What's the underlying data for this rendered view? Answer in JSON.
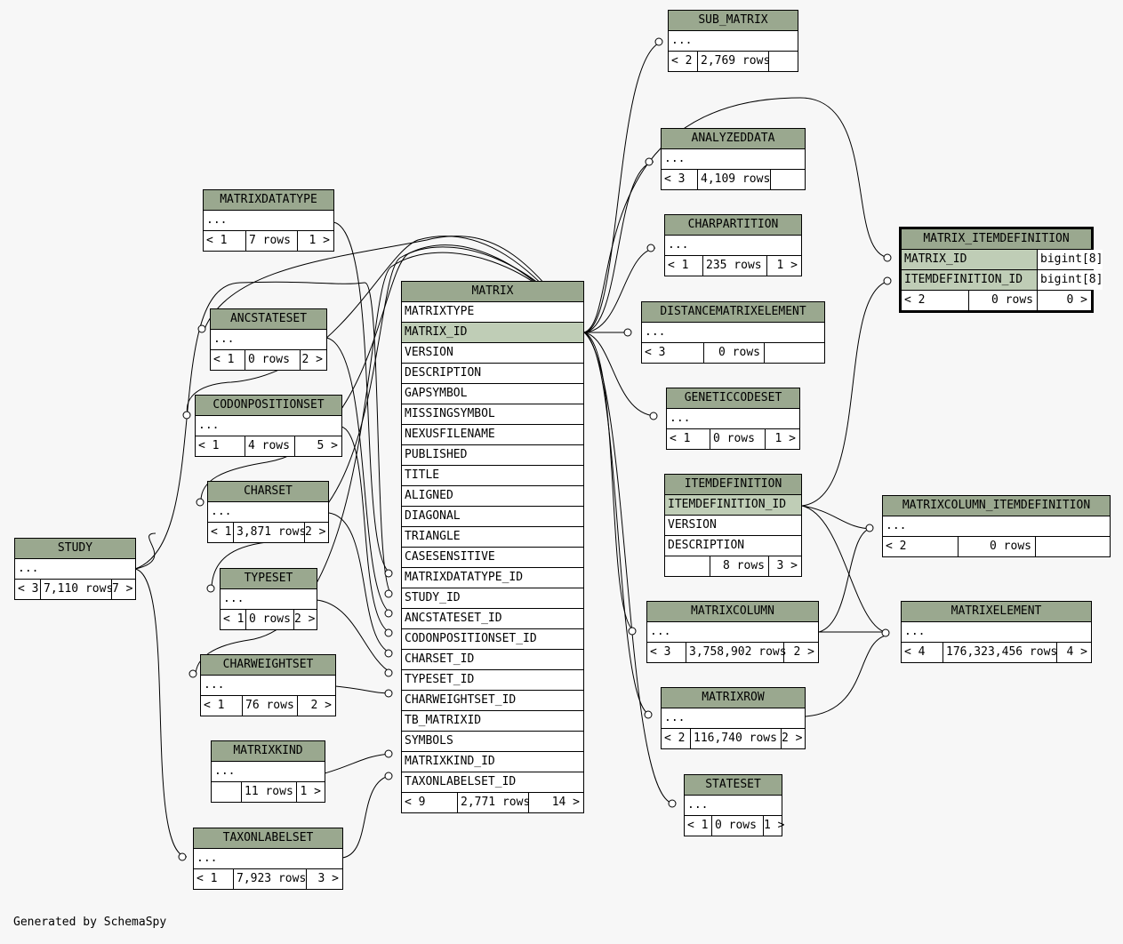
{
  "generated_by": "Generated by SchemaSpy",
  "tables": [
    {
      "id": "matrix",
      "name": "MATRIX",
      "rows": [
        "MATRIXTYPE",
        "MATRIX_ID",
        "VERSION",
        "DESCRIPTION",
        "GAPSYMBOL",
        "MISSINGSYMBOL",
        "NEXUSFILENAME",
        "PUBLISHED",
        "TITLE",
        "ALIGNED",
        "DIAGONAL",
        "TRIANGLE",
        "CASESENSITIVE",
        "MATRIXDATATYPE_ID",
        "STUDY_ID",
        "ANCSTATESET_ID",
        "CODONPOSITIONSET_ID",
        "CHARSET_ID",
        "TYPESET_ID",
        "CHARWEIGHTSET_ID",
        "TB_MATRIXID",
        "SYMBOLS",
        "MATRIXKIND_ID",
        "TAXONLABELSET_ID"
      ],
      "key_row": 1,
      "footer": [
        "< 9",
        "2,771 rows",
        "14 >"
      ]
    },
    {
      "id": "sub_matrix",
      "name": "SUB_MATRIX",
      "rows": [
        "..."
      ],
      "footer": [
        "< 2",
        "2,769 rows",
        ""
      ]
    },
    {
      "id": "analyzeddata",
      "name": "ANALYZEDDATA",
      "rows": [
        "..."
      ],
      "footer": [
        "< 3",
        "4,109 rows",
        ""
      ]
    },
    {
      "id": "charpartition",
      "name": "CHARPARTITION",
      "rows": [
        "..."
      ],
      "footer": [
        "< 1",
        "235 rows",
        "1 >"
      ]
    },
    {
      "id": "distancematrixelement",
      "name": "DISTANCEMATRIXELEMENT",
      "rows": [
        "..."
      ],
      "footer": [
        "< 3",
        "0 rows",
        ""
      ]
    },
    {
      "id": "geneticcodeset",
      "name": "GENETICCODESET",
      "rows": [
        "..."
      ],
      "footer": [
        "< 1",
        "0 rows",
        "1 >"
      ]
    },
    {
      "id": "itemdefinition",
      "name": "ITEMDEFINITION",
      "rows": [
        "ITEMDEFINITION_ID",
        "VERSION",
        "DESCRIPTION"
      ],
      "key_row": 0,
      "footer": [
        "",
        "8 rows",
        "3 >"
      ]
    },
    {
      "id": "matrixcolumn",
      "name": "MATRIXCOLUMN",
      "rows": [
        "..."
      ],
      "footer": [
        "< 3",
        "3,758,902 rows",
        "2 >"
      ]
    },
    {
      "id": "matrixrow",
      "name": "MATRIXROW",
      "rows": [
        "..."
      ],
      "footer": [
        "< 2",
        "116,740 rows",
        "2 >"
      ]
    },
    {
      "id": "stateset",
      "name": "STATESET",
      "rows": [
        "..."
      ],
      "footer": [
        "< 1",
        "0 rows",
        "1 >"
      ]
    },
    {
      "id": "matrix_itemdefinition",
      "name": "MATRIX_ITEMDEFINITION",
      "rows": [
        "MATRIX_ID",
        "ITEMDEFINITION_ID"
      ],
      "types": [
        "bigint[8]",
        "bigint[8]"
      ],
      "key_row": -2,
      "footer": [
        "< 2",
        "0 rows",
        "0 >"
      ]
    },
    {
      "id": "matrixcolumn_itemdefinition",
      "name": "MATRIXCOLUMN_ITEMDEFINITION",
      "rows": [
        "..."
      ],
      "footer": [
        "< 2",
        "0 rows",
        ""
      ]
    },
    {
      "id": "matrixelement",
      "name": "MATRIXELEMENT",
      "rows": [
        "..."
      ],
      "footer": [
        "< 4",
        "176,323,456 rows",
        "4 >"
      ]
    },
    {
      "id": "matrixdatatype",
      "name": "MATRIXDATATYPE",
      "rows": [
        "..."
      ],
      "footer": [
        "< 1",
        "7 rows",
        "1 >"
      ]
    },
    {
      "id": "ancstateset",
      "name": "ANCSTATESET",
      "rows": [
        "..."
      ],
      "footer": [
        "< 1",
        "0 rows",
        "2 >"
      ]
    },
    {
      "id": "codonpositionset",
      "name": "CODONPOSITIONSET",
      "rows": [
        "..."
      ],
      "footer": [
        "< 1",
        "4 rows",
        "5 >"
      ]
    },
    {
      "id": "charset",
      "name": "CHARSET",
      "rows": [
        "..."
      ],
      "footer": [
        "< 1",
        "3,871 rows",
        "2 >"
      ]
    },
    {
      "id": "typeset",
      "name": "TYPESET",
      "rows": [
        "..."
      ],
      "footer": [
        "< 1",
        "0 rows",
        "2 >"
      ]
    },
    {
      "id": "charweightset",
      "name": "CHARWEIGHTSET",
      "rows": [
        "..."
      ],
      "footer": [
        "< 1",
        "76 rows",
        "2 >"
      ]
    },
    {
      "id": "matrixkind",
      "name": "MATRIXKIND",
      "rows": [
        "..."
      ],
      "footer": [
        "",
        "11 rows",
        "1 >"
      ]
    },
    {
      "id": "taxonlabelset",
      "name": "TAXONLABELSET",
      "rows": [
        "..."
      ],
      "footer": [
        "< 1",
        "7,923 rows",
        "3 >"
      ]
    },
    {
      "id": "study",
      "name": "STUDY",
      "rows": [
        "..."
      ],
      "footer": [
        "< 3",
        "7,110 rows",
        "7 >"
      ]
    }
  ]
}
